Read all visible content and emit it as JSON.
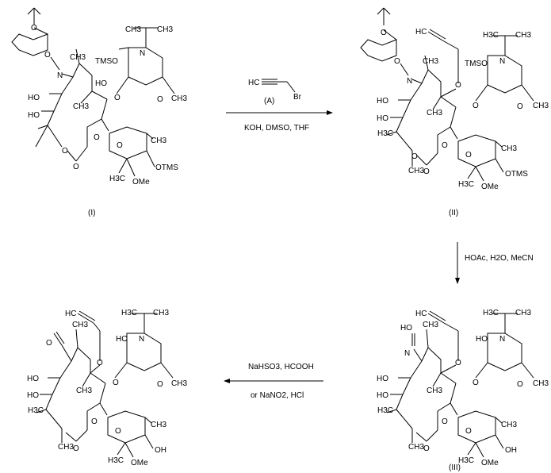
{
  "compounds": [
    {
      "id": "I",
      "label": "(I)",
      "atom_labels": [
        "O",
        "O",
        "N",
        "TMSO",
        "N",
        "HO",
        "HO",
        "O",
        "HO",
        "O",
        "O",
        "O",
        "O",
        "O",
        "OTMS",
        "OMe",
        "CH3",
        "CH3",
        "CH3",
        "CH3",
        "H3C",
        "CH3",
        "CH3"
      ]
    },
    {
      "id": "II",
      "label": "(II)",
      "atom_labels": [
        "O",
        "O",
        "N",
        "HC",
        "TMSO",
        "H3C",
        "N",
        "CH3",
        "HO",
        "HO",
        "O",
        "O",
        "O",
        "O",
        "O",
        "O",
        "O",
        "OTMS",
        "OMe",
        "CH3",
        "H3C",
        "CH3",
        "CH3",
        "CH3",
        "H3C",
        "CH3"
      ]
    },
    {
      "id": "III",
      "label": "(III)",
      "atom_labels": [
        "HO",
        "N",
        "HC",
        "H3C",
        "N",
        "CH3",
        "HO",
        "HO",
        "HO",
        "O",
        "O",
        "O",
        "O",
        "O",
        "O",
        "OH",
        "OMe",
        "CH3",
        "H3C",
        "CH3",
        "CH3",
        "H3C",
        "CH3",
        "CH3"
      ]
    },
    {
      "id": "IV",
      "label": "",
      "atom_labels": [
        "HC",
        "H3C",
        "N",
        "CH3",
        "O",
        "HO",
        "HO",
        "HO",
        "O",
        "O",
        "O",
        "O",
        "O",
        "O",
        "OH",
        "OMe",
        "CH3",
        "H3C",
        "CH3",
        "CH3",
        "H3C",
        "CH3",
        "CH3"
      ]
    }
  ],
  "reagent_A": {
    "atom_labels": [
      "HC",
      "Br"
    ],
    "label": "(A)"
  },
  "steps": [
    {
      "from": "I",
      "to": "II",
      "conditions": [
        "KOH, DMSO, THF"
      ]
    },
    {
      "from": "II",
      "to": "III",
      "conditions": [
        "HOAc, H2O, MeCN"
      ]
    },
    {
      "from": "III",
      "to": "IV",
      "conditions": [
        "NaHSO3, HCOOH",
        "or  NaNO2, HCl"
      ]
    }
  ]
}
